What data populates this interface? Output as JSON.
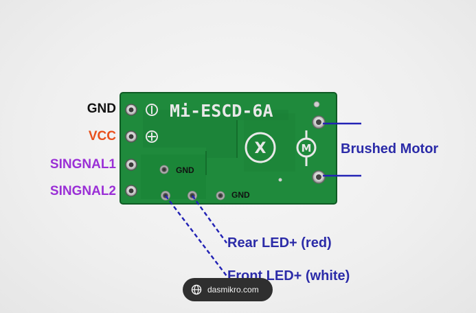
{
  "board": {
    "silkscreen_title": "Mi-ESCD-6A",
    "silkscreen_x_mark": "X",
    "motor_symbol": "M",
    "gnd_marks": [
      "GND",
      "GND"
    ]
  },
  "pin_labels": [
    {
      "text": "GND",
      "color": "#111111"
    },
    {
      "text": "VCC",
      "color": "#e8501c"
    },
    {
      "text": "SINGNAL1",
      "color": "#9a2fd6"
    },
    {
      "text": "SINGNAL2",
      "color": "#9a2fd6"
    }
  ],
  "callouts": {
    "motor": "Brushed Motor",
    "rear_led": "Rear LED+ (red)",
    "front_led": "Front LED+ (white)"
  },
  "colors": {
    "callout_text": "#2b2ba8",
    "callout_line": "#2323b5",
    "pcb_green": "#1f8a3c",
    "pcb_dark_trace": "#167a31",
    "silkscreen": "#e8e8e8"
  },
  "watermark": {
    "icon": "globe-icon",
    "text": "dasmikro.com"
  }
}
